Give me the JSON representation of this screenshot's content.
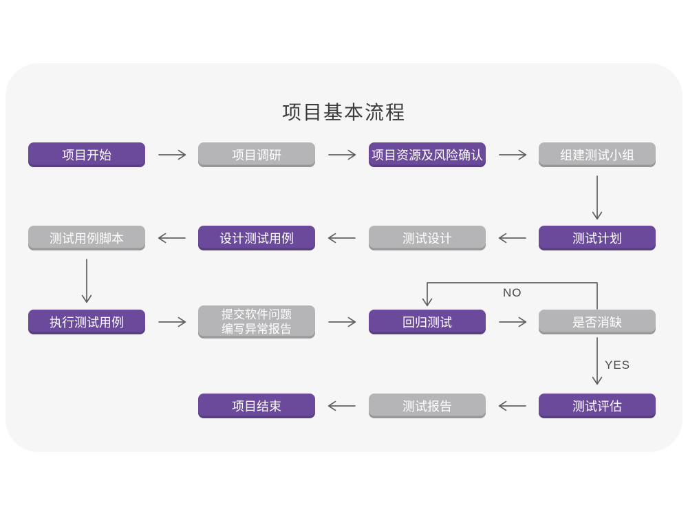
{
  "title": "项目基本流程",
  "colors": {
    "page_bg": "#ffffff",
    "card_bg": "#f6f6f7",
    "primary": "#6b4a9b",
    "muted": "#b5b5b7",
    "connector": "#5f5f62",
    "text_dark": "#3d3d3f",
    "node_text": "#ffffff"
  },
  "edge_labels": {
    "no": "NO",
    "yes": "YES"
  },
  "nodes": [
    {
      "label": "项目开始",
      "variant": "primary"
    },
    {
      "label": "项目调研",
      "variant": "muted"
    },
    {
      "label": "项目资源及风险确认",
      "variant": "primary"
    },
    {
      "label": "组建测试小组",
      "variant": "muted"
    },
    {
      "label": "测试计划",
      "variant": "primary"
    },
    {
      "label": "测试设计",
      "variant": "muted"
    },
    {
      "label": "设计测试用例",
      "variant": "primary"
    },
    {
      "label": "测试用例脚本",
      "variant": "muted"
    },
    {
      "label": "执行测试用例",
      "variant": "primary"
    },
    {
      "label": "提交软件问题\n编写异常报告",
      "variant": "muted"
    },
    {
      "label": "回归测试",
      "variant": "primary"
    },
    {
      "label": "是否消缺",
      "variant": "muted"
    },
    {
      "label": "测试评估",
      "variant": "primary"
    },
    {
      "label": "测试报告",
      "variant": "muted"
    },
    {
      "label": "项目结束",
      "variant": "primary"
    }
  ]
}
